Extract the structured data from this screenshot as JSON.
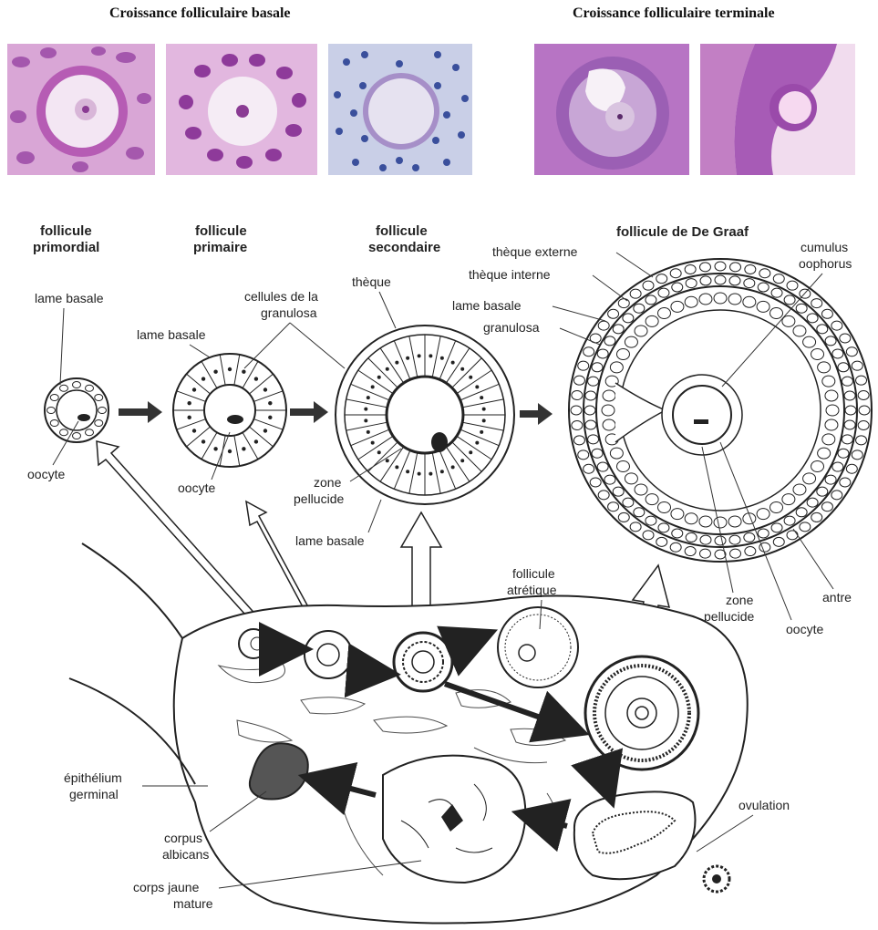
{
  "headers": {
    "basal": "Croissance folliculaire basale",
    "terminal": "Croissance folliculaire terminale"
  },
  "stages": {
    "primordial": [
      "follicule",
      "primordial"
    ],
    "primary": [
      "follicule",
      "primaire"
    ],
    "secondary": [
      "follicule",
      "secondaire"
    ],
    "graaf": "follicule de De Graaf"
  },
  "labels": {
    "lame_basale": "lame basale",
    "oocyte": "oocyte",
    "cellules_granulosa": [
      "cellules de la",
      "granulosa"
    ],
    "theque": "thèque",
    "zone_pellucide": [
      "zone",
      "pellucide"
    ],
    "theque_externe": "thèque externe",
    "theque_interne": "thèque interne",
    "granulosa": "granulosa",
    "cumulus": [
      "cumulus",
      "oophorus"
    ],
    "antre": "antre",
    "follicule_atretique": [
      "follicule",
      "atrétique"
    ],
    "epithelium": [
      "épithélium",
      "germinal"
    ],
    "corpus_albicans": [
      "corpus",
      "albicans"
    ],
    "corps_jaune": [
      "corps jaune",
      "mature"
    ],
    "ovulation": "ovulation"
  },
  "colors": {
    "stain_pink": "#c77bc4",
    "stain_purple": "#9b4aa6",
    "stain_blue": "#3a4f9c",
    "ink": "#222222"
  }
}
